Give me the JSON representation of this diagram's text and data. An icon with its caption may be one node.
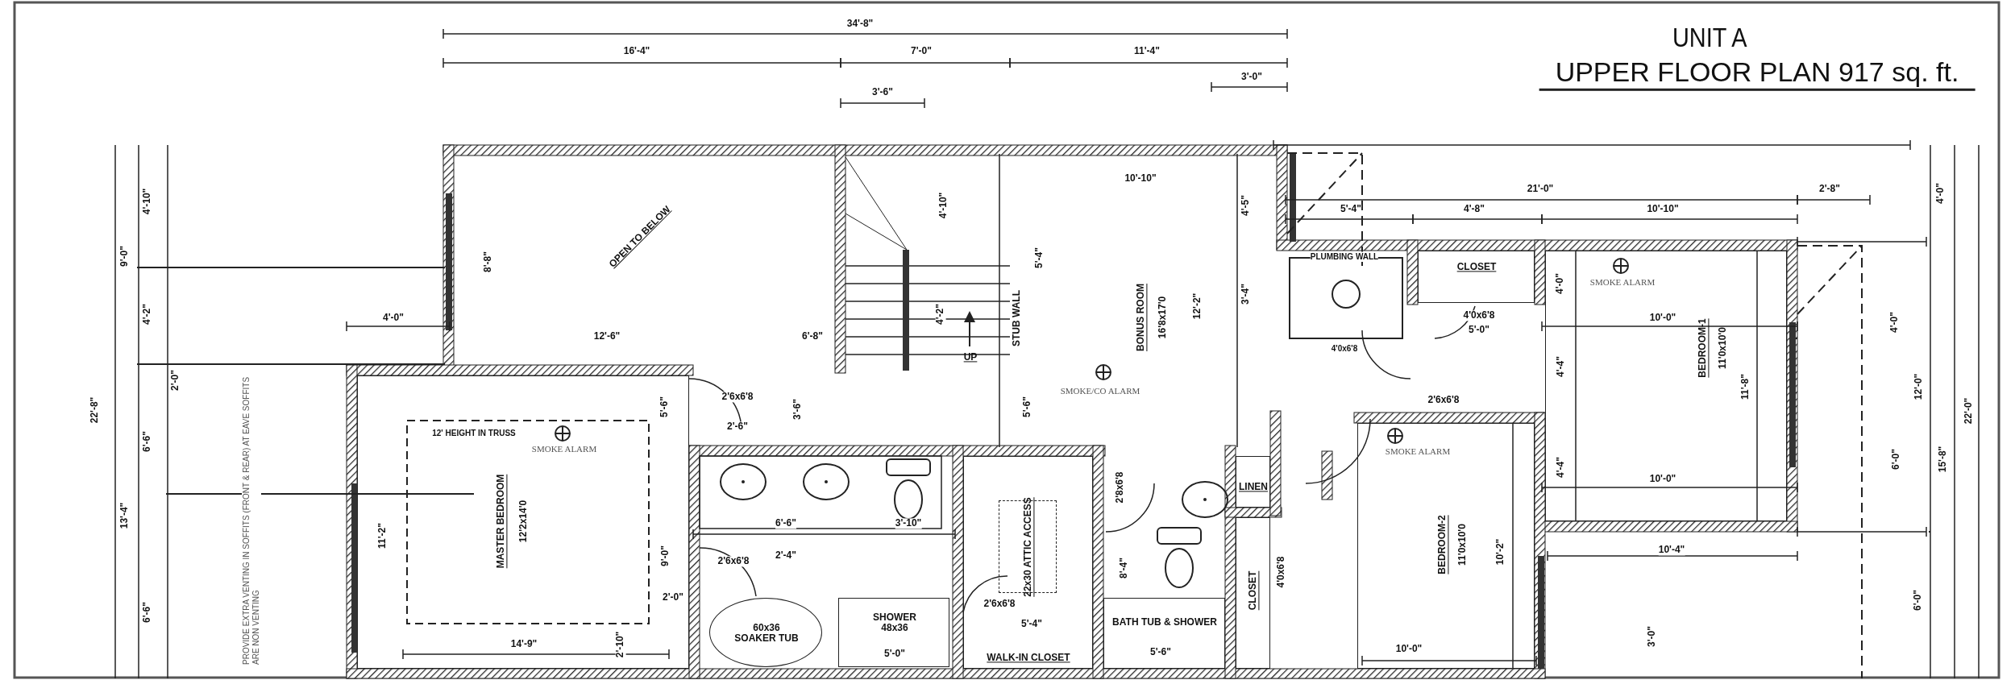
{
  "diagram": {
    "title": "UNIT A",
    "nodes": [
      {
        "text": [
          "OPEN TO BELOW"
        ]
      },
      {
        "text": [
          "UP"
        ]
      },
      {
        "text": [
          "BONUS ROOM",
          "16'8x17'0"
        ]
      },
      {
        "text": [
          "CLOSET"
        ]
      },
      {
        "text": [
          "BEDROOM-1",
          "11'0x10'0"
        ]
      },
      {
        "text": [
          "MASTER BEDROOM",
          "12'2x14'0"
        ]
      },
      {
        "text": [
          "BEDROOM-2",
          "11'0x10'0"
        ]
      },
      {
        "text": [
          "LINEN"
        ]
      },
      {
        "text": [
          "60x36 SOAKER TUB"
        ]
      },
      {
        "text": [
          "SHOWER 48x36"
        ]
      },
      {
        "text": [
          "WALK-IN CLOSET"
        ]
      },
      {
        "text": [
          "22x30 ATTIC ACCESS"
        ],
        "in": 10
      },
      {
        "text": [
          "BATH TUB & SHOWER"
        ]
      },
      {
        "text": [
          "CLOSET"
        ]
      }
    ],
    "labels": [
      "UPPER FLOOR PLAN 917 sq. ft.",
      "34'-8\"",
      "16'-4\"",
      "7'-0\"",
      "11'-4\"",
      "3'-6\"",
      "3'-0\"",
      "4'-10\"",
      "9'-0\"",
      "4'-2\"",
      "8'-8\"",
      "4'-10\"",
      "10'-10\"",
      "4'-5\"",
      "5'-4\"",
      "21'-0\"",
      "4'-8\"",
      "10'-10\"",
      "2'-8\"",
      "4'-0\"",
      "4'-0\"",
      "12'-6\"",
      "6'-8\"",
      "4'-2\"",
      "STUB WALL",
      "5'-4\"",
      "12'-2\"",
      "3'-4\"",
      "PLUMBING WALL",
      "4'0x6'8",
      "SMOKE ALARM",
      "4'0x6'8",
      "5'-0\"",
      "4'-0\"",
      "10'-0\"",
      "4'-0\"",
      "2'-0\"",
      "22'-8\"",
      "12'-0\"",
      "22'-0\"",
      "2'6x6'8",
      "2'-6\"",
      "3'-6\"",
      "5'-6\"",
      "SMOKE/CO ALARM",
      "4'-4\"",
      "11'-8\"",
      "2'6x6'8",
      "5'-6\"",
      "12' HEIGHT IN TRUSS",
      "SMOKE ALARM",
      "SMOKE ALARM",
      "6'-6\"",
      "4'-4\"",
      "10'-0\"",
      "6'-0\"",
      "15'-8\"",
      "2'8x6'8",
      "PROVIDE EXTRA VENTING IN SOFFITS (FRONT & REAR) AT EAVE SOFFITS ARE NON VENTING",
      "13'-4\"",
      "11'-2\"",
      "6'-6\"",
      "3'-10\"",
      "10'-4\"",
      "10'-2\"",
      "2'6x6'8",
      "2'-4\"",
      "2'6x6'8",
      "9'-0\"",
      "8'-4\"",
      "4'0x6'8",
      "5'-4\"",
      "6'-6\"",
      "6'-0\"",
      "2'-0\"",
      "5'-0\"",
      "5'-6\"",
      "10'-0\"",
      "14'-9\"",
      "2'-10\"",
      "3'-0\""
    ]
  }
}
